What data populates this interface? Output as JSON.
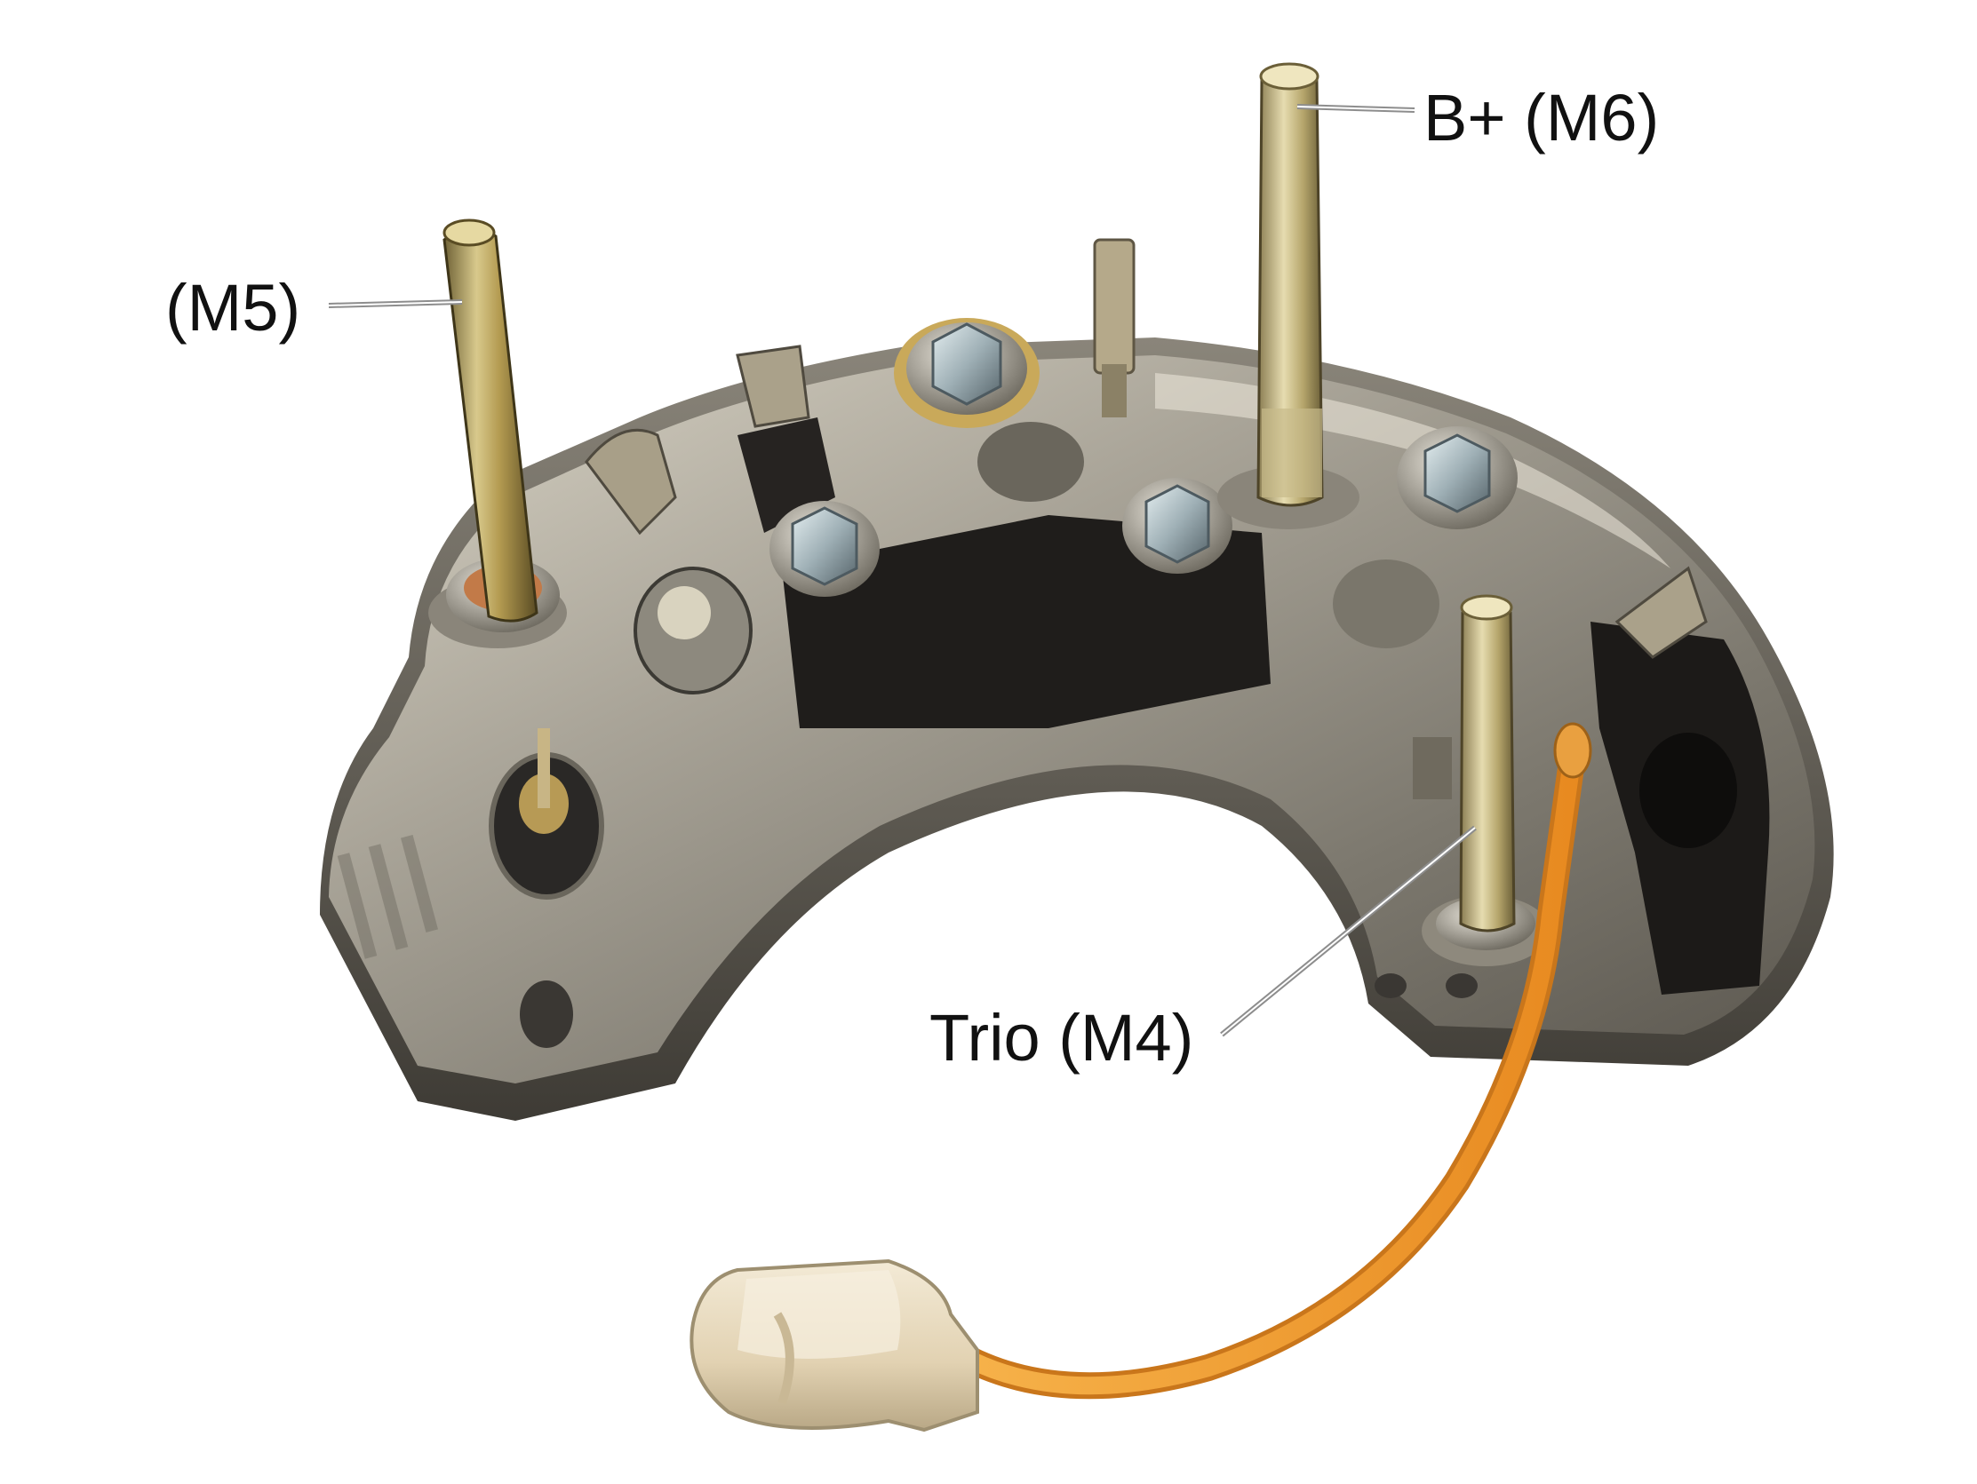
{
  "labels": {
    "m5": "(M5)",
    "b_plus": "B+ (M6)",
    "trio": "Trio (M4)"
  },
  "colors": {
    "background": "#ffffff",
    "plate_steel": "#b9b4a8",
    "plate_shadow": "#5e5a52",
    "stud_brass": "#b9a25a",
    "insulator_black": "#1e1c1a",
    "bolt_zinc": "#b8c4c8",
    "wire_orange": "#f0a035",
    "connector_cream": "#e9dcc2",
    "leader_line": "#9a9a9a"
  },
  "icons": {
    "rectifier": "diode-rectifier-bridge",
    "connector": "wire-plug-connector"
  }
}
